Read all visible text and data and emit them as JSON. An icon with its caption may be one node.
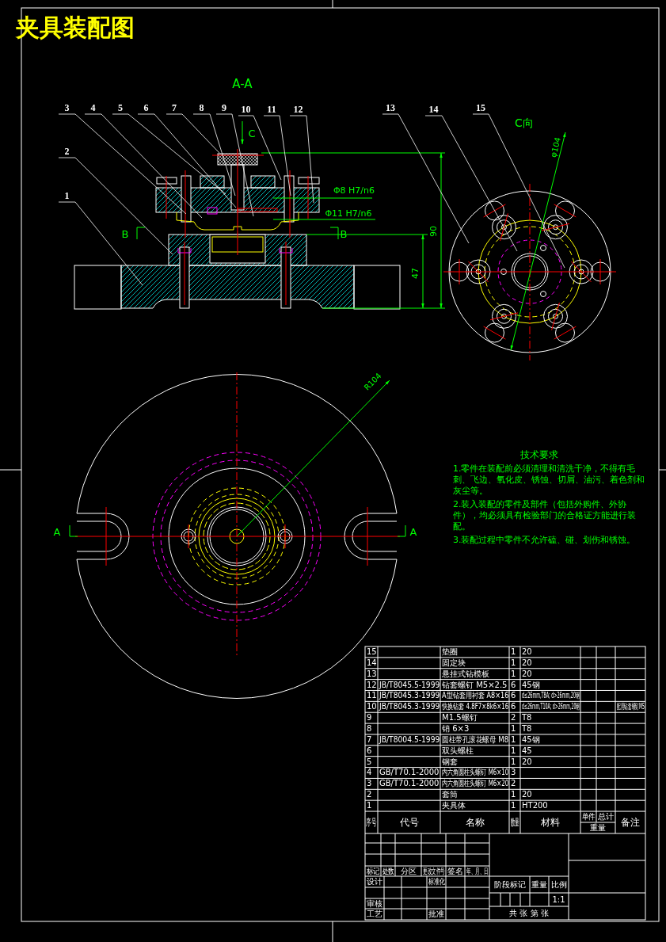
{
  "diagram": {
    "title": "夹具装配图",
    "nodes": [
      {
        "text": [
          "1"
        ]
      },
      {
        "text": [
          "2"
        ]
      },
      {
        "text": [
          "3"
        ]
      },
      {
        "text": [
          "4"
        ]
      },
      {
        "text": [
          "5"
        ]
      },
      {
        "text": [
          "6"
        ]
      },
      {
        "text": [
          "7"
        ]
      },
      {
        "text": [
          "8"
        ]
      },
      {
        "text": [
          "9"
        ]
      },
      {
        "text": [
          "10"
        ]
      },
      {
        "text": [
          "11"
        ]
      },
      {
        "text": [
          "12"
        ]
      },
      {
        "text": [
          "13"
        ]
      },
      {
        "text": [
          "14"
        ]
      },
      {
        "text": [
          "15"
        ]
      }
    ],
    "edges": [
      {
        "from": 0,
        "to": null,
        "arrow": "none"
      },
      {
        "from": 1,
        "to": null,
        "arrow": "none"
      },
      {
        "from": 2,
        "to": null,
        "arrow": "none"
      },
      {
        "from": 3,
        "to": null,
        "arrow": "none"
      },
      {
        "from": 4,
        "to": null,
        "arrow": "none"
      },
      {
        "from": 5,
        "to": null,
        "arrow": "none"
      },
      {
        "from": 6,
        "to": null,
        "arrow": "none"
      },
      {
        "from": 7,
        "to": null,
        "arrow": "none"
      },
      {
        "from": 8,
        "to": null,
        "arrow": "none"
      },
      {
        "from": 9,
        "to": null,
        "arrow": "none"
      },
      {
        "from": 10,
        "to": null,
        "arrow": "none"
      },
      {
        "from": 11,
        "to": null,
        "arrow": "none"
      },
      {
        "from": 12,
        "to": null,
        "arrow": "none"
      },
      {
        "from": 13,
        "to": null,
        "arrow": "none"
      },
      {
        "from": 14,
        "to": null,
        "arrow": "none"
      }
    ],
    "labels": [
      "A-A",
      "C",
      "C向",
      "φ104",
      "Φ8 H7/n6",
      "Φ11 H7/n6",
      "B",
      "B",
      "90",
      "47",
      "R104",
      "A",
      "A",
      "技术要求",
      "1.零件在装配前必须清理和清洗干净，不得有毛刺、飞边、氧化皮、锈蚀、切屑、油污、着色剂和灰尘等。",
      "2.装入装配的零件及部件（包括外购件、外协件），均必须具有检验部门的合格证方能进行装配。",
      "3.装配过程中零件不允许磕、碰、划伤和锈蚀。",
      "15",
      "垫圈",
      "1",
      "20",
      "14",
      "固定块",
      "1",
      "20",
      "13",
      "悬挂式钻模板",
      "1",
      "20",
      "12",
      "JB/T8045.5-1999",
      "钻套螺钉 M5×2.5",
      "6",
      "45钢",
      "11",
      "JB/T8045.3-1999",
      "A型钻套用衬套 A8×16",
      "6",
      "d≤26mm,T8A; d>26mm,20钢",
      "10",
      "JB/T8045.3-1999",
      "快换钻套 4.8F7×8k6×16",
      "6",
      "d≤26mm,T10A; d>26mm,20钢",
      "配用钻套螺钉M5",
      "9",
      "M1.5螺钉",
      "2",
      "T8",
      "8",
      "销 6×3",
      "1",
      "T8",
      "7",
      "JB/T8004.5-1999",
      "圆柱带孔滚花螺母 M8",
      "1",
      "45钢",
      "6",
      "双头螺柱",
      "1",
      "45",
      "5",
      "钢套",
      "1",
      "20",
      "4",
      "GB/T70.1-2000",
      "内六角圆柱头螺钉 M6×10",
      "3",
      "3",
      "GB/T70.1-2000",
      "内六角圆柱头螺钉 M6×20",
      "2",
      "2",
      "套筒",
      "1",
      "20",
      "1",
      "夹具体",
      "1",
      "HT200",
      "序号",
      "代号",
      "名称",
      "数量",
      "材料",
      "单件",
      "总计",
      "重量",
      "备注",
      "标记",
      "处数",
      "分区",
      "更改文件号",
      "签名",
      "年、月、日",
      "设计",
      "标准化",
      "阶段标记",
      "重量",
      "比例",
      "1:1",
      "审核",
      "工艺",
      "批准",
      "共 张 第 张"
    ]
  }
}
